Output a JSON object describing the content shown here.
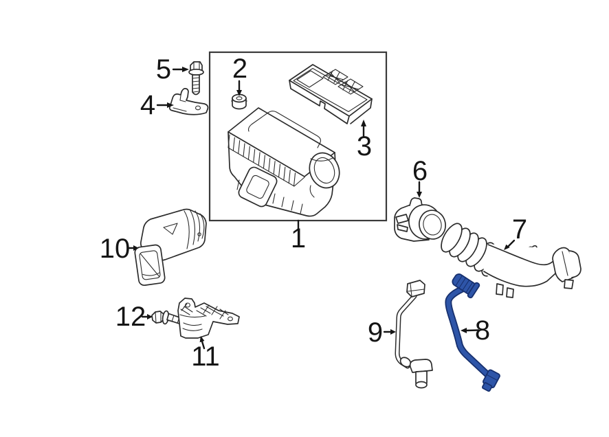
{
  "diagram": {
    "kind": "auto-parts-exploded-diagram",
    "highlighted_part": "8"
  },
  "colors": {
    "background": "#ffffff",
    "line": "#2b2b2b",
    "label": "#151515",
    "highlight_fill": "#2e55a8",
    "highlight_outline": "#17306e"
  },
  "parts": [
    {
      "label": "1",
      "highlighted": false
    },
    {
      "label": "2",
      "highlighted": false
    },
    {
      "label": "3",
      "highlighted": false
    },
    {
      "label": "4",
      "highlighted": false
    },
    {
      "label": "5",
      "highlighted": false
    },
    {
      "label": "6",
      "highlighted": false
    },
    {
      "label": "7",
      "highlighted": false
    },
    {
      "label": "8",
      "highlighted": true
    },
    {
      "label": "9",
      "highlighted": false
    },
    {
      "label": "10",
      "highlighted": false
    },
    {
      "label": "11",
      "highlighted": false
    },
    {
      "label": "12",
      "highlighted": false
    }
  ]
}
